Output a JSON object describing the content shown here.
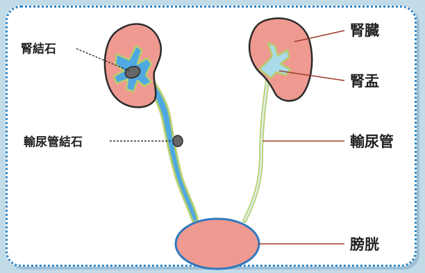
{
  "labels": {
    "kidney_stone": "腎結石",
    "ureter_stone": "輸尿管結石",
    "kidney": "腎臓",
    "renal_pelvis": "腎盂",
    "ureter": "輸尿管",
    "bladder": "膀胱"
  },
  "colors": {
    "frame_border": "#2f86c7",
    "kidney_fill": "#ee9a90",
    "kidney_outline": "#2a2a2a",
    "pelvis_blue": "#4fa8e0",
    "pelvis_light": "#a9dbe8",
    "ureter_outline": "#b6cf6e",
    "stone": "#666666",
    "bladder_fill": "#ee9a90",
    "bladder_outline": "#2f78c0",
    "leader_line": "#a03a2c"
  }
}
